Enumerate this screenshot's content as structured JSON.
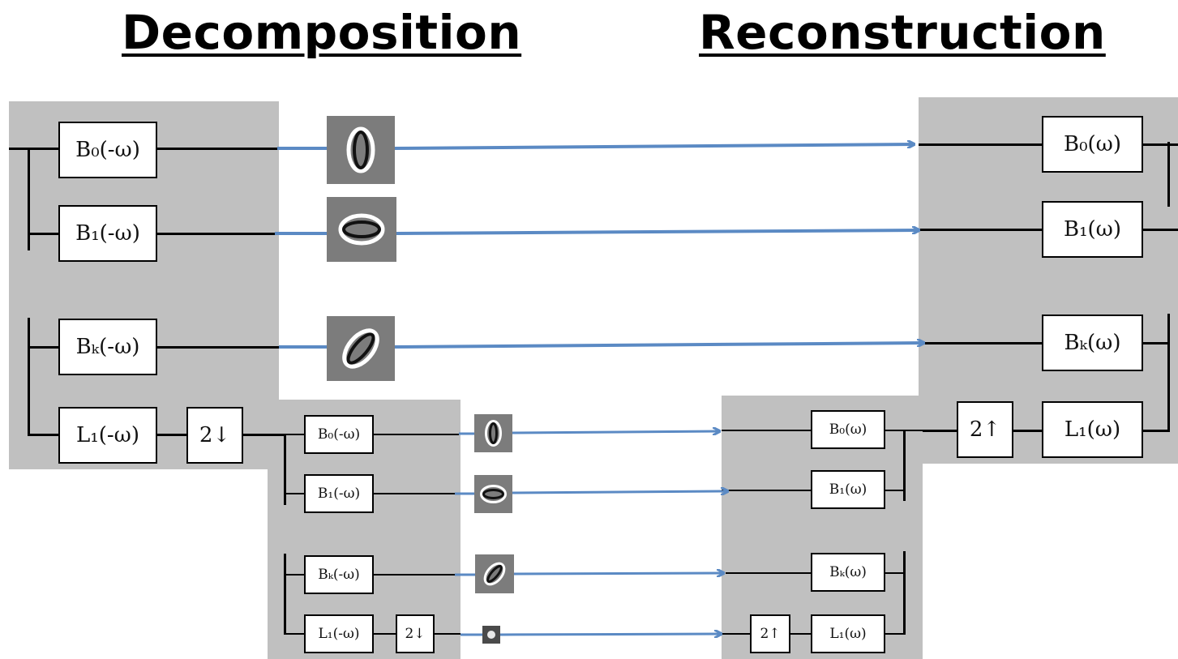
{
  "titles": {
    "decomposition": "Decomposition",
    "reconstruction": "Reconstruction"
  },
  "level1": {
    "analysis": {
      "b0": "B₀(-ω)",
      "b1": "B₁(-ω)",
      "bk": "Bₖ(-ω)",
      "l1": "L₁(-ω)",
      "down": "2↓"
    },
    "synthesis": {
      "b0": "B₀(ω)",
      "b1": "B₁(ω)",
      "bk": "Bₖ(ω)",
      "l1": "L₁(ω)",
      "up": "2↑"
    }
  },
  "level2": {
    "analysis": {
      "b0": "B₀(-ω)",
      "b1": "B₁(-ω)",
      "bk": "Bₖ(-ω)",
      "l1": "L₁(-ω)",
      "down": "2↓"
    },
    "synthesis": {
      "b0": "B₀(ω)",
      "b1": "B₁(ω)",
      "bk": "Bₖ(ω)",
      "l1": "L₁(ω)",
      "up": "2↑"
    }
  },
  "colors": {
    "panel": "#c0c0c0",
    "arrow": "#5b8ac4"
  },
  "icons": [
    "vertical-filter-icon",
    "horizontal-filter-icon",
    "diagonal-filter-icon",
    "lowpass-dot-icon"
  ]
}
